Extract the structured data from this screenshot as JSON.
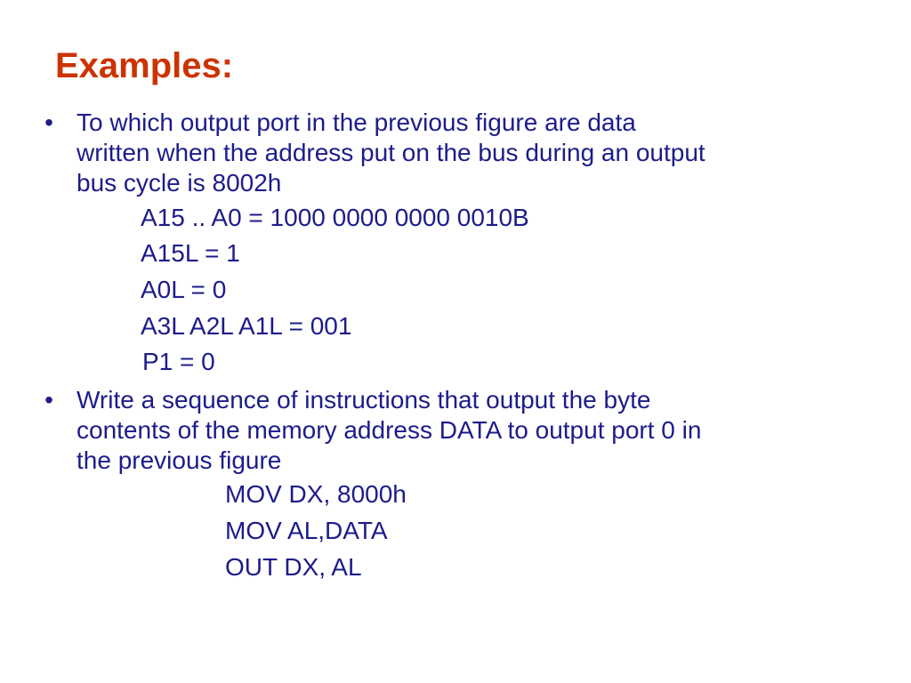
{
  "slide": {
    "title": "Examples:",
    "title_color": "#cc3300",
    "body_color": "#1c1c8a",
    "bullet_glyph": "•",
    "bullets": [
      {
        "text": "To which output port in the previous figure are data\nwritten when the address put on the bus during an output\nbus cycle is 8002h",
        "sub_lines": [
          "A15 .. A0 = 1000 0000 0000 0010B",
          "A15L = 1",
          "A0L = 0",
          "A3L A2L A1L = 001",
          "P1 = 0"
        ]
      },
      {
        "text": "Write a sequence of instructions that output the byte\ncontents of the memory address DATA to output port 0 in\nthe previous figure",
        "sub_lines": [
          "MOV DX, 8000h",
          "MOV AL,DATA",
          "OUT DX, AL"
        ]
      }
    ]
  }
}
